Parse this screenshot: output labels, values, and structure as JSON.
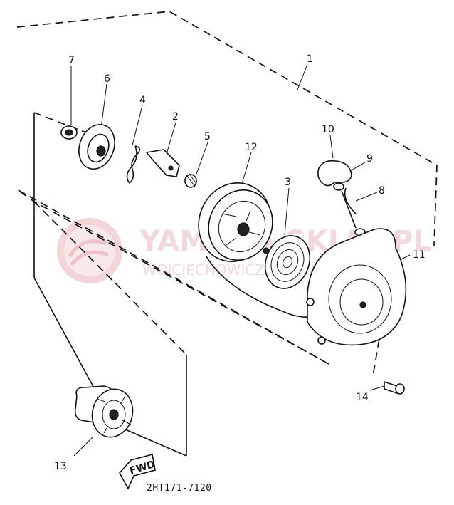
{
  "diagram": {
    "drawing_number": "2HT171-7120",
    "fwd_label": "FWD",
    "callouts": [
      "1",
      "2",
      "3",
      "4",
      "5",
      "6",
      "7",
      "8",
      "9",
      "10",
      "11",
      "12",
      "13",
      "14"
    ]
  },
  "watermark": {
    "brand": "YAMAHA SKLEP.PL",
    "subtitle": "WOJCIECHOWICZ PARMA"
  }
}
